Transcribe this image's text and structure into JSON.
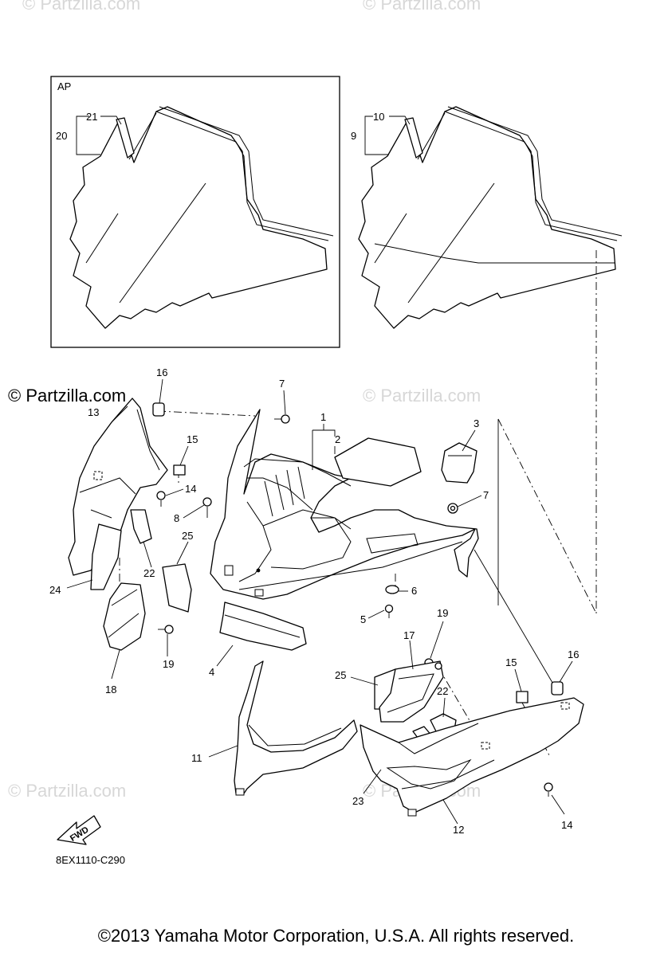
{
  "watermarks": {
    "top_left": "© Partzilla.com",
    "top_right": "© Partzilla.com",
    "mid_left": "© Partzilla.com",
    "mid_right": "© Partzilla.com",
    "bottom_left": "© Partzilla.com",
    "bottom_center": "© Partzilla.com"
  },
  "inset": {
    "label": "AP"
  },
  "callouts": {
    "c1": "1",
    "c2": "2",
    "c3": "3",
    "c4": "4",
    "c5": "5",
    "c6": "6",
    "c7a": "7",
    "c7b": "7",
    "c8": "8",
    "c9": "9",
    "c10": "10",
    "c11": "11",
    "c12": "12",
    "c13": "13",
    "c14a": "14",
    "c14b": "14",
    "c15a": "15",
    "c15b": "15",
    "c16a": "16",
    "c16b": "16",
    "c17": "17",
    "c18": "18",
    "c19a": "19",
    "c19b": "19",
    "c20": "20",
    "c21": "21",
    "c22a": "22",
    "c22b": "22",
    "c23": "23",
    "c24": "24",
    "c25a": "25",
    "c25b": "25"
  },
  "fwd_label": "FWD",
  "diagram_code": "8EX1110-C290",
  "copyright": "©2013 Yamaha Motor Corporation, U.S.A. All rights reserved."
}
